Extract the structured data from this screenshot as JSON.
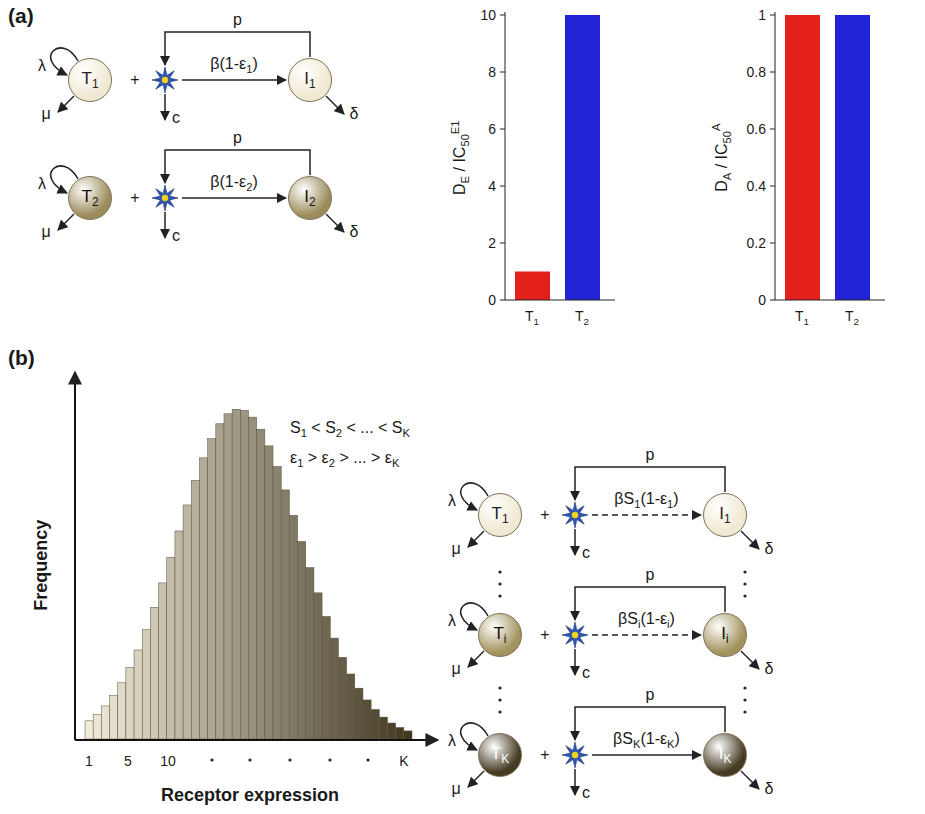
{
  "diagram": {
    "nodes": [
      {
        "text": [
          "T1"
        ]
      },
      {
        "text": [
          "I1"
        ]
      },
      {
        "text": [
          "T2"
        ]
      },
      {
        "text": [
          "I2"
        ]
      },
      {
        "text": [
          "T1"
        ]
      },
      {
        "text": [
          "I1"
        ]
      },
      {
        "text": [
          "Ti"
        ]
      },
      {
        "text": [
          "Ii"
        ]
      },
      {
        "text": [
          "TK"
        ]
      },
      {
        "text": [
          "IK"
        ]
      }
    ],
    "labels": [
      "(a)",
      "λ",
      "μ",
      "+",
      "c",
      "p",
      "β(1-ε1)",
      "δ",
      "λ",
      "μ",
      "+",
      "c",
      "p",
      "β(1-ε2)",
      "δ",
      "DE / IC50E1",
      "10",
      "8",
      "6",
      "4",
      "2",
      "0",
      "T1",
      "T2",
      "DA / IC50A",
      "1",
      "0.8",
      "0.6",
      "0.4",
      "0.2",
      "0",
      "T1",
      "T2",
      "(b)",
      "S1 < S2 < ... < SK",
      "ε1 > ε2 > ... > εK",
      "Frequency",
      "Receptor expression",
      "1",
      "5",
      "10",
      "K",
      "λ",
      "μ",
      "+",
      "c",
      "p",
      "βS1(1-ε1)",
      "δ",
      "λ",
      "μ",
      "+",
      "c",
      "p",
      "βSi(1-εi)",
      "δ",
      "λ",
      "μ",
      "+",
      "c",
      "p",
      "βSK(1-εK)",
      "δ"
    ]
  }
}
